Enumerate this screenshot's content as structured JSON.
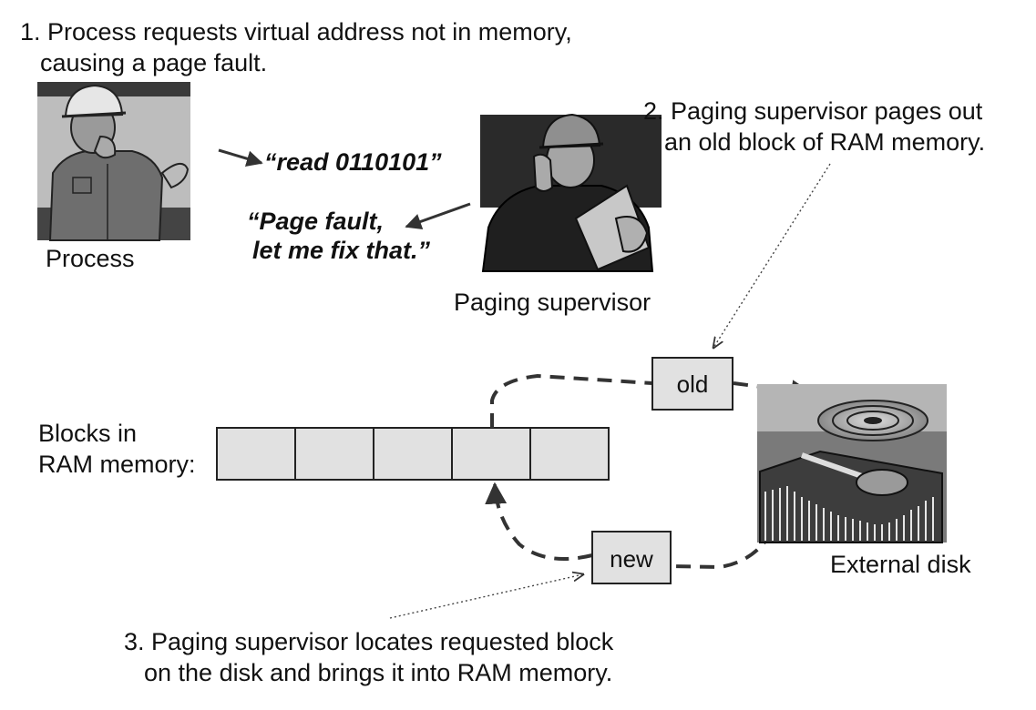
{
  "step1": {
    "line1": "1. Process requests virtual address not in memory,",
    "line2": "causing a page fault."
  },
  "step2": {
    "line1": "2. Paging supervisor pages out",
    "line2": "an old block of RAM memory."
  },
  "step3": {
    "line1": "3. Paging supervisor locates requested block",
    "line2": "on the disk and brings it into RAM memory."
  },
  "process_label": "Process",
  "supervisor_label": "Paging supervisor",
  "request_quote": "“read 0110101”",
  "reply_quote": {
    "line1": "“Page fault,",
    "line2": "let me fix that.”"
  },
  "ram_label": {
    "line1": "Blocks in",
    "line2": "RAM memory:"
  },
  "old_label": "old",
  "new_label": "new",
  "disk_label": "External disk"
}
